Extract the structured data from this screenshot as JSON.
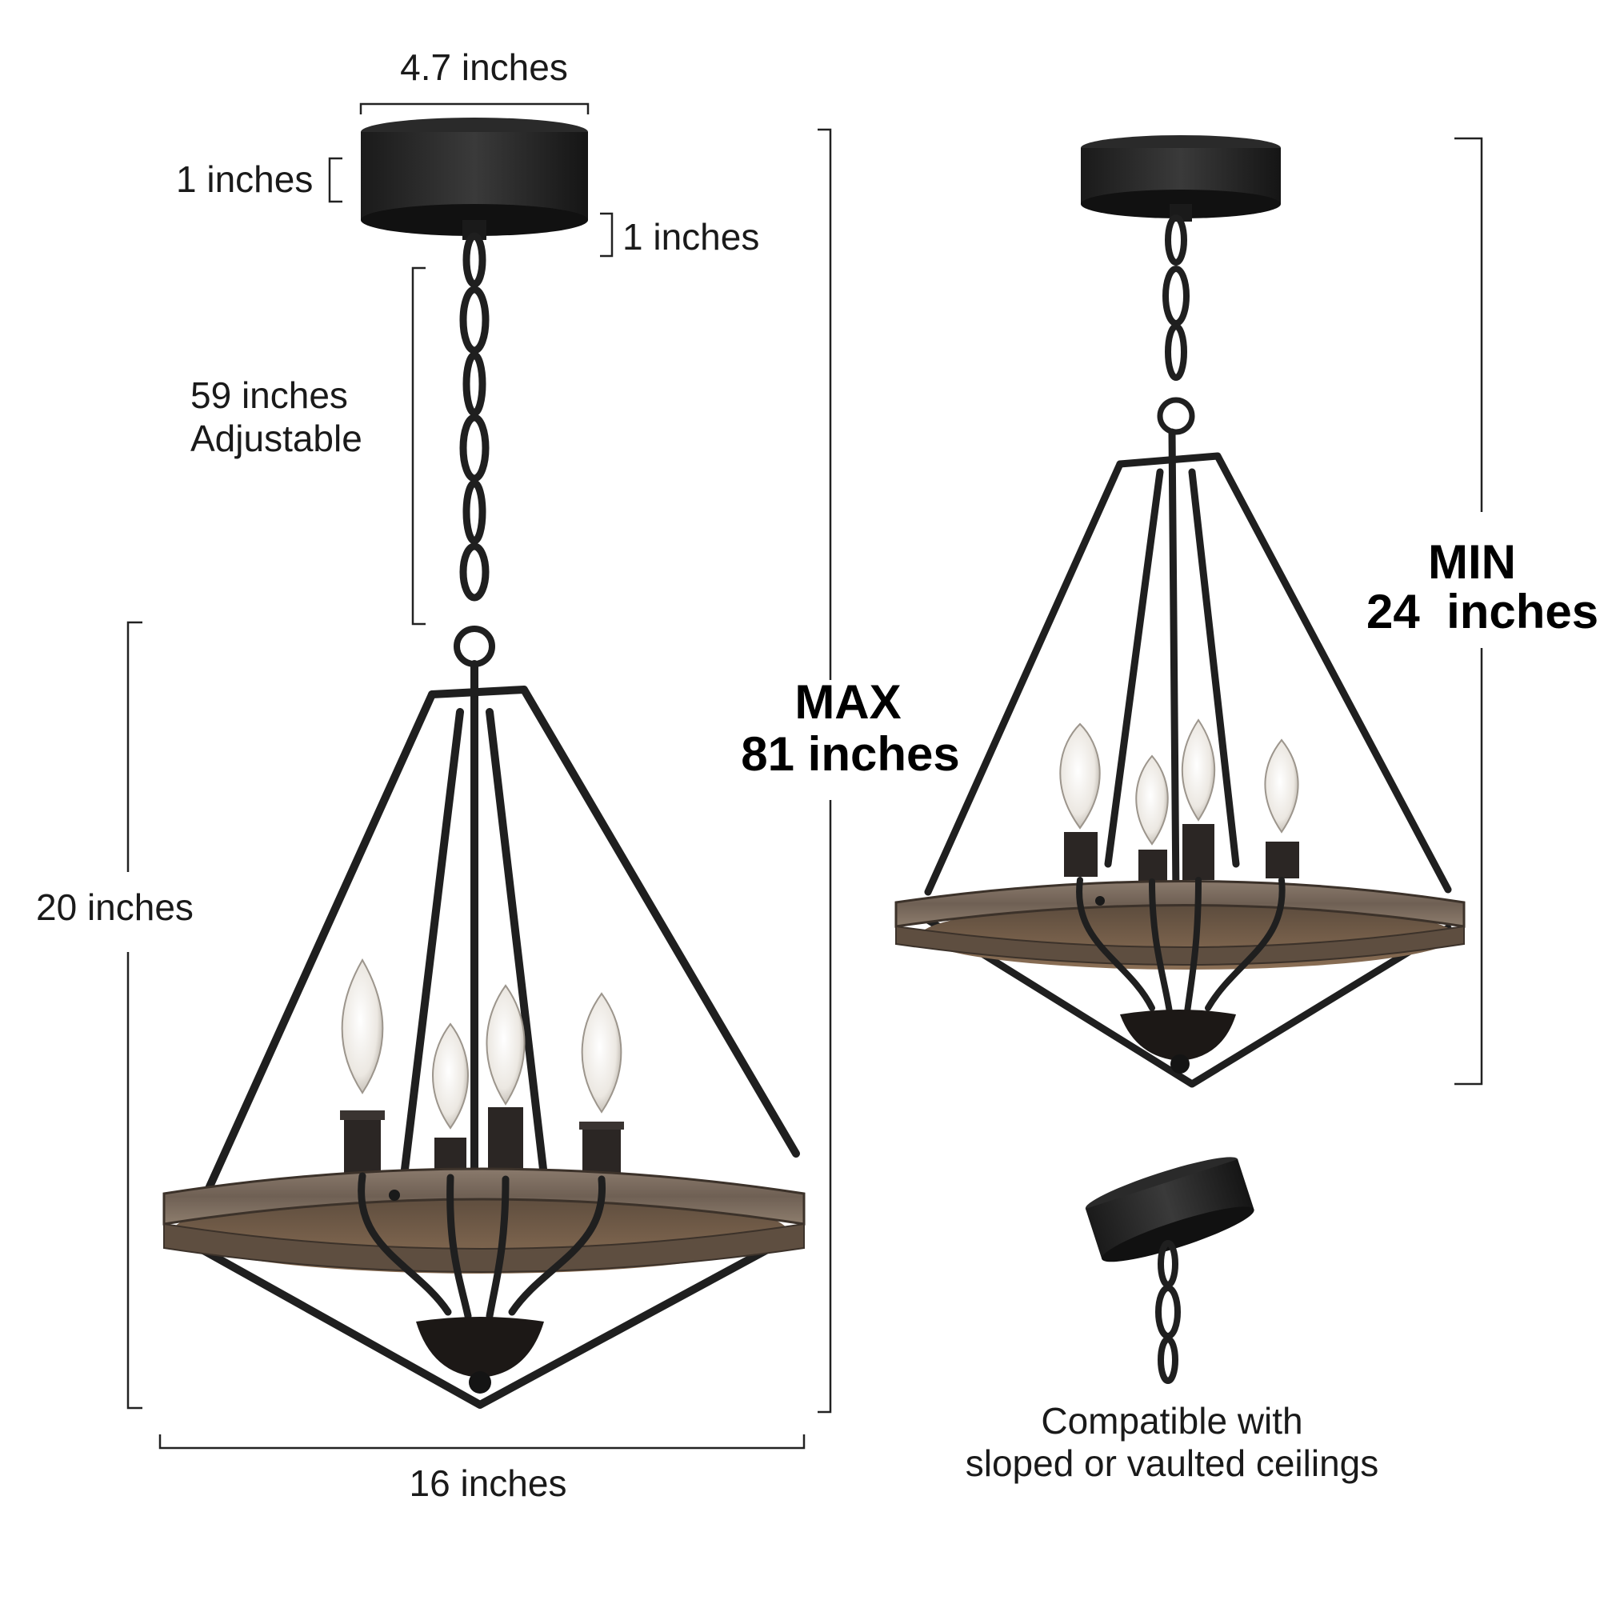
{
  "dimensions": {
    "canopy_width": "4.7 inches",
    "canopy_height": "1 inches",
    "canopy_to_chain": "1 inches",
    "chain_length_line1": "59 inches",
    "chain_length_line2": "Adjustable",
    "fixture_height": "20 inches",
    "fixture_width": "16 inches",
    "max_line1": "MAX",
    "max_line2": "81 inches",
    "min_line1": "MIN",
    "min_line2": "24  inches"
  },
  "caption": {
    "line1": "Compatible with",
    "line2": "sloped or vaulted ceilings"
  },
  "colors": {
    "metal": "#1f1f1f",
    "wood": "#7a6a5c",
    "wood_dark": "#4e4238",
    "bulb_glass": "#e9e6e0",
    "dimension_line": "#222222"
  }
}
